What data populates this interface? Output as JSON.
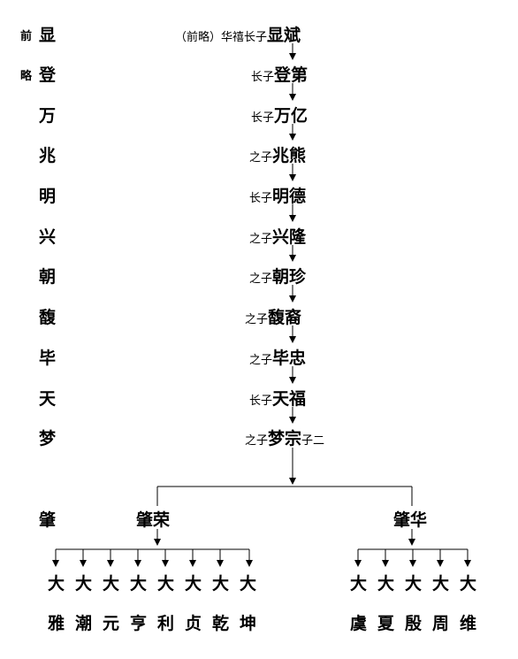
{
  "left_column": {
    "prefix": [
      "前",
      "略"
    ],
    "generations": [
      "显",
      "登",
      "万",
      "兆",
      "明",
      "兴",
      "朝",
      "馥",
      "毕",
      "天",
      "梦",
      "肇"
    ]
  },
  "lineage": [
    {
      "relation": "（前略）华禧长子",
      "name": "显斌",
      "suffix": ""
    },
    {
      "relation": "长子",
      "name": "登第",
      "suffix": ""
    },
    {
      "relation": "长子",
      "name": "万亿",
      "suffix": ""
    },
    {
      "relation": "之子",
      "name": "兆熊",
      "suffix": ""
    },
    {
      "relation": "长子",
      "name": "明德",
      "suffix": ""
    },
    {
      "relation": "之子",
      "name": "兴隆",
      "suffix": ""
    },
    {
      "relation": "之子",
      "name": "朝珍",
      "suffix": ""
    },
    {
      "relation": "之子",
      "name": "馥裔",
      "suffix": ""
    },
    {
      "relation": "之子",
      "name": "毕忠",
      "suffix": ""
    },
    {
      "relation": "长子",
      "name": "天福",
      "suffix": ""
    },
    {
      "relation": "之子",
      "name": "梦宗",
      "suffix": "子二"
    }
  ],
  "branches": {
    "left": {
      "name": "肇荣",
      "children_first": [
        "大",
        "大",
        "大",
        "大",
        "大",
        "大",
        "大",
        "大"
      ],
      "children_second": [
        "雅",
        "潮",
        "元",
        "亨",
        "利",
        "贞",
        "乾",
        "坤"
      ]
    },
    "right": {
      "name": "肇华",
      "children_first": [
        "大",
        "大",
        "大",
        "大",
        "大"
      ],
      "children_second": [
        "虞",
        "夏",
        "殷",
        "周",
        "维"
      ]
    }
  }
}
